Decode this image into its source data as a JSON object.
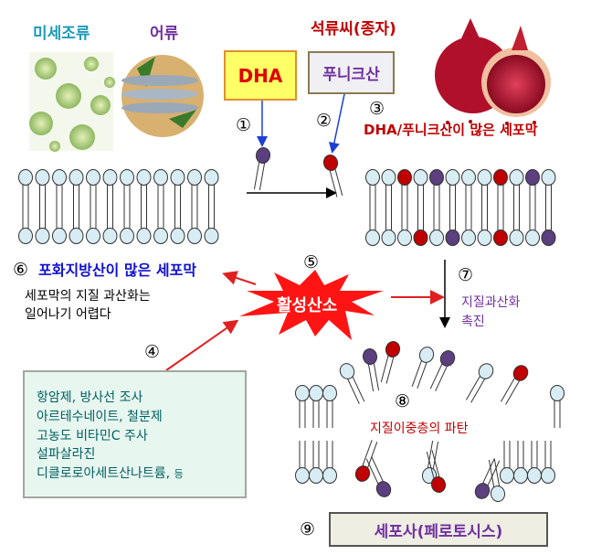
{
  "sources": {
    "microalgae_label": "미세조류",
    "fish_label": "어류",
    "pomegranate_seed_label": "석류씨(종자)",
    "dha_box": "DHA",
    "punicic_acid_box": "푸니크산"
  },
  "steps": {
    "n1": "①",
    "n2": "②",
    "n3": "③",
    "n4": "④",
    "n5": "⑤",
    "n6": "⑥",
    "n7": "⑦",
    "n8": "⑧",
    "n9": "⑨"
  },
  "rich_membrane_label": "DHA/푸니크산이 많은 세포막",
  "saturated_membrane": {
    "title": "포화지방산이 많은 세포막",
    "desc_line1": "세포막의 지질 과산화는",
    "desc_line2": "일어나기 어렵다"
  },
  "ros_label": "활성산소",
  "peroxidation": {
    "line1": "지질과산화",
    "line2": "촉진"
  },
  "inducers": [
    "항암제, 방사선 조사",
    "아르테수네이트, 철분제",
    "고농도 비타민C 주사",
    "설파살라진",
    "디클로로아세트산나트륨,"
  ],
  "inducers_etc": "등",
  "bilayer_rupture_label": "지질이중층의 파탄",
  "cell_death_label": "세포사(페로토시스)",
  "colors": {
    "dha_head": "#5b3f7f",
    "punicic_head": "#c00000",
    "normal_head": "#d8ecf4",
    "ros": "#ff1010",
    "arrow_blue": "#1d3fd6"
  }
}
